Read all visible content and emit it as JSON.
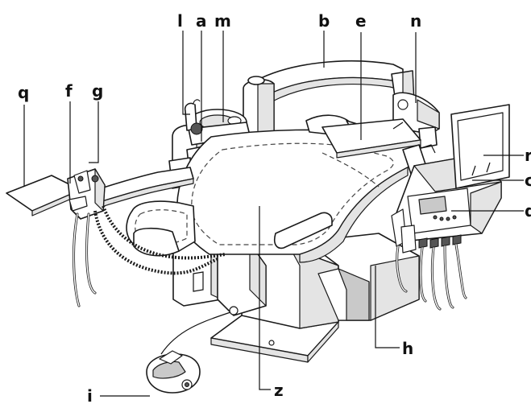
{
  "diagram": {
    "labels": {
      "l": "l",
      "a": "a",
      "m": "m",
      "b": "b",
      "e": "e",
      "n": "n",
      "q": "q",
      "f": "f",
      "g": "g",
      "r": "r",
      "c": "c",
      "d": "d",
      "h": "h",
      "z": "z",
      "i": "i"
    }
  }
}
